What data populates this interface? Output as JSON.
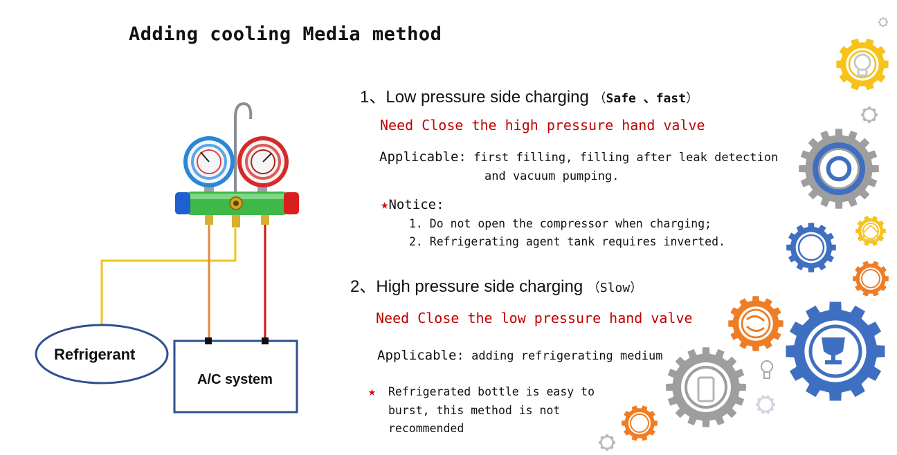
{
  "title": "Adding cooling Media method",
  "section1": {
    "number": "1、",
    "heading": "Low pressure side charging",
    "paren_open": "（",
    "mode": "Safe 、fast",
    "paren_close": "）",
    "warning": "Need Close the high pressure hand valve",
    "applicable_label": "Applicable:",
    "applicable_line1": "first filling, filling after leak detection",
    "applicable_line2": "and vacuum pumping.",
    "notice_star": "★",
    "notice_label": "Notice:",
    "notice_items": [
      "1. Do not open the compressor when charging;",
      "2. Refrigerating agent tank requires inverted."
    ]
  },
  "section2": {
    "number": "2、",
    "heading": "High pressure side charging",
    "paren_open": "（",
    "mode": "Slow",
    "paren_close": "）",
    "warning": "Need Close the low pressure hand valve",
    "applicable_label": "Applicable:",
    "applicable_text": "adding refrigerating medium",
    "star": "★",
    "caution_lines": [
      "Refrigerated bottle is easy to",
      "burst, this method is not",
      "recommended"
    ]
  },
  "diagram": {
    "refrigerant_label": "Refrigerant",
    "system_label": "A/C system"
  },
  "colors": {
    "warning_red": "#c00000",
    "gear_blue": "#3f6fc0",
    "gear_yellow": "#f7c21b",
    "gear_orange": "#ee7d25",
    "gear_gray": "#9e9e9e"
  },
  "icons": [
    "lightbulb-icon",
    "trophy-icon",
    "refresh-icon",
    "smartphone-icon",
    "house-icon",
    "star-icon"
  ]
}
